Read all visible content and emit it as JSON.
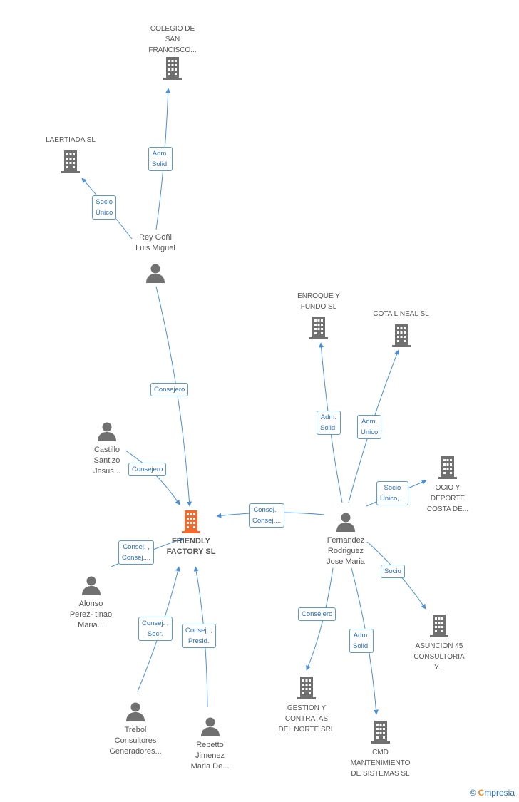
{
  "nodes": {
    "colegio": "COLEGIO DE\nSAN\nFRANCISCO...",
    "laertiada": "LAERTIADA SL",
    "rey": "Rey Goñi\nLuis Miguel",
    "enroque": "ENROQUE Y\nFUNDO SL",
    "cota": "COTA LINEAL SL",
    "castillo": "Castillo\nSantizo\nJesus...",
    "ocio": "OCIO Y\nDEPORTE\nCOSTA DE...",
    "friendly": "FRIENDLY\nFACTORY SL",
    "fernandez": "Fernandez\nRodriguez\nJose Maria",
    "alonso": "Alonso\nPerez- tinao\nMaria...",
    "asuncion": "ASUNCION 45\nCONSULTORIA\nY...",
    "trebol": "Trebol\nConsultores\nGeneradores...",
    "repetto": "Repetto\nJimenez\nMaria De...",
    "gestion": "GESTION Y\nCONTRATAS\nDEL NORTE SRL",
    "cmd": "CMD\nMANTENIMIENTO\nDE SISTEMAS SL"
  },
  "edges": {
    "rey_colegio": "Adm.\nSolid.",
    "rey_laertiada": "Socio\nÚnico",
    "rey_friendly": "Consejero",
    "castillo_friendly": "Consejero",
    "fernandez_friendly": "Consej. ,\nConsej....",
    "alonso_friendly": "Consej. ,\nConsej....",
    "trebol_friendly": "Consej. ,\nSecr.",
    "repetto_friendly": "Consej. ,\nPresid.",
    "fernandez_enroque": "Adm.\nSolid.",
    "fernandez_cota": "Adm.\nUnico",
    "fernandez_ocio": "Socio\nÚnico,...",
    "fernandez_asuncion": "Socio",
    "fernandez_gestion": "Consejero",
    "fernandez_cmd": "Adm.\nSolid."
  },
  "colors": {
    "edge": "#4a90d9",
    "icon": "#707070",
    "focus": "#f26a2e"
  },
  "brand": {
    "copyright": "©",
    "initial": "C",
    "name": "mpresia"
  }
}
